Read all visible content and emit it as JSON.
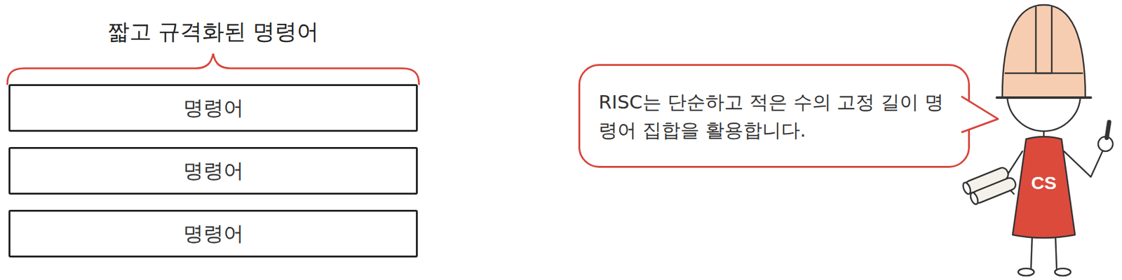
{
  "diagram": {
    "title": "짧고 규격화된 명령어",
    "nodes": [
      {
        "text": [
          "명령어"
        ]
      },
      {
        "text": [
          "명령어"
        ]
      },
      {
        "text": [
          "명령어"
        ]
      },
      {
        "text": [
          "RISC는 단순하고 적은 수의 고정 길이 명령어 집합을 활용합니다."
        ]
      }
    ],
    "labels": [
      "CS"
    ]
  }
}
